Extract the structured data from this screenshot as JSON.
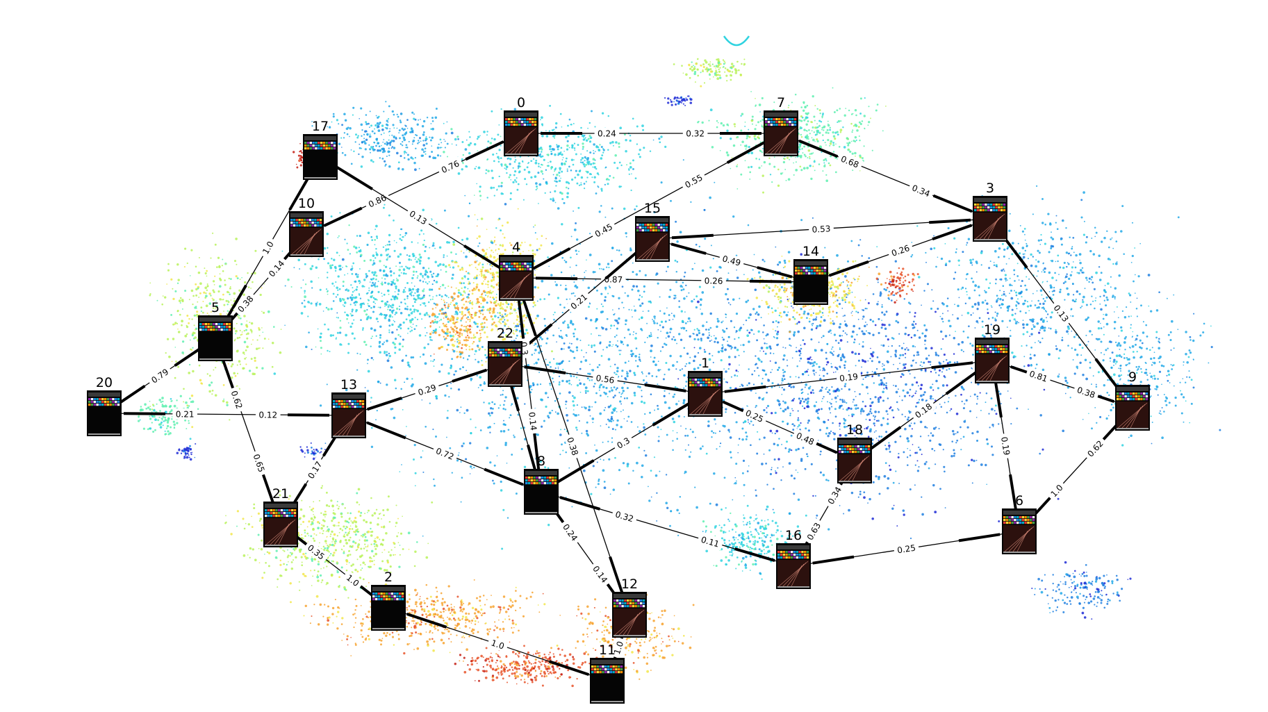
{
  "palette": {
    "background": "#ffffff",
    "edge": "#000000",
    "thumb_bg": "#050505",
    "thumb_bar": "#3a3a3a",
    "cluster_colors": [
      "#1f2bd6",
      "#1f7fe0",
      "#23a9e8",
      "#2fd3e0",
      "#5ef0b0",
      "#b8f25a",
      "#f2e64a",
      "#f7a330",
      "#e8542a",
      "#c41f14"
    ]
  },
  "nodes": [
    {
      "id": "0"
    },
    {
      "id": "1"
    },
    {
      "id": "2"
    },
    {
      "id": "3"
    },
    {
      "id": "4"
    },
    {
      "id": "5"
    },
    {
      "id": "6"
    },
    {
      "id": "7"
    },
    {
      "id": "8"
    },
    {
      "id": "9"
    },
    {
      "id": "10"
    },
    {
      "id": "11"
    },
    {
      "id": "12"
    },
    {
      "id": "13"
    },
    {
      "id": "14"
    },
    {
      "id": "15"
    },
    {
      "id": "16"
    },
    {
      "id": "17"
    },
    {
      "id": "18"
    },
    {
      "id": "19"
    },
    {
      "id": "20"
    },
    {
      "id": "21"
    },
    {
      "id": "22"
    }
  ],
  "edges": [
    {
      "from": "0",
      "to": "7",
      "labels": [
        "0.24",
        "0.32"
      ]
    },
    {
      "from": "7",
      "to": "3",
      "labels": [
        "0.68",
        "0.34"
      ]
    },
    {
      "from": "0",
      "to": "10",
      "labels": [
        "0.76",
        "0.86"
      ]
    },
    {
      "from": "7",
      "to": "4",
      "labels": [
        "0.55",
        "0.45"
      ]
    },
    {
      "from": "17",
      "to": "4",
      "labels": [
        "0.13"
      ]
    },
    {
      "from": "17",
      "to": "5",
      "labels": [
        "1.0"
      ]
    },
    {
      "from": "10",
      "to": "5",
      "labels": [
        "0.14",
        "0.38"
      ]
    },
    {
      "from": "15",
      "to": "3",
      "labels": [
        "0.53"
      ]
    },
    {
      "from": "15",
      "to": "14",
      "labels": [
        "0.49"
      ]
    },
    {
      "from": "14",
      "to": "3",
      "labels": [
        "0.26"
      ]
    },
    {
      "from": "4",
      "to": "14",
      "labels": [
        "0.87",
        "0.26"
      ]
    },
    {
      "from": "15",
      "to": "22",
      "labels": [
        "0.21"
      ]
    },
    {
      "from": "3",
      "to": "9",
      "labels": [
        "0.13"
      ]
    },
    {
      "from": "5",
      "to": "20",
      "labels": [
        "0.79"
      ]
    },
    {
      "from": "5",
      "to": "21",
      "labels": [
        "0.62",
        "0.65"
      ]
    },
    {
      "from": "20",
      "to": "13",
      "labels": [
        "0.21",
        "0.12"
      ]
    },
    {
      "from": "22",
      "to": "13",
      "labels": [
        "0.29"
      ]
    },
    {
      "from": "22",
      "to": "1",
      "labels": [
        "0.56"
      ]
    },
    {
      "from": "4",
      "to": "8",
      "labels": [
        "0.3",
        "0.14"
      ]
    },
    {
      "from": "4",
      "to": "12",
      "labels": [
        "0.38"
      ]
    },
    {
      "from": "13",
      "to": "8",
      "labels": [
        "0.72"
      ]
    },
    {
      "from": "13",
      "to": "21",
      "labels": [
        "0.17"
      ]
    },
    {
      "from": "1",
      "to": "19",
      "labels": [
        "0.19"
      ]
    },
    {
      "from": "1",
      "to": "18",
      "labels": [
        "0.25",
        "0.48"
      ]
    },
    {
      "from": "1",
      "to": "8",
      "labels": [
        "0.3"
      ]
    },
    {
      "from": "19",
      "to": "9",
      "labels": [
        "0.81",
        "0.38"
      ]
    },
    {
      "from": "19",
      "to": "18",
      "labels": [
        "0.18"
      ]
    },
    {
      "from": "19",
      "to": "6",
      "labels": [
        "0.19"
      ]
    },
    {
      "from": "9",
      "to": "6",
      "labels": [
        "0.62",
        "1.0"
      ]
    },
    {
      "from": "18",
      "to": "16",
      "labels": [
        "0.34",
        "0.63"
      ]
    },
    {
      "from": "8",
      "to": "16",
      "labels": [
        "0.32",
        "0.11"
      ]
    },
    {
      "from": "16",
      "to": "6",
      "labels": [
        "0.25"
      ]
    },
    {
      "from": "8",
      "to": "12",
      "labels": [
        "0.24",
        "0.14"
      ]
    },
    {
      "from": "21",
      "to": "2",
      "labels": [
        "0.35",
        "1.0"
      ]
    },
    {
      "from": "2",
      "to": "11",
      "labels": [
        "1.0"
      ]
    },
    {
      "from": "12",
      "to": "11",
      "labels": [
        "1.0"
      ]
    },
    {
      "from": "22",
      "to": "8",
      "labels": []
    }
  ]
}
